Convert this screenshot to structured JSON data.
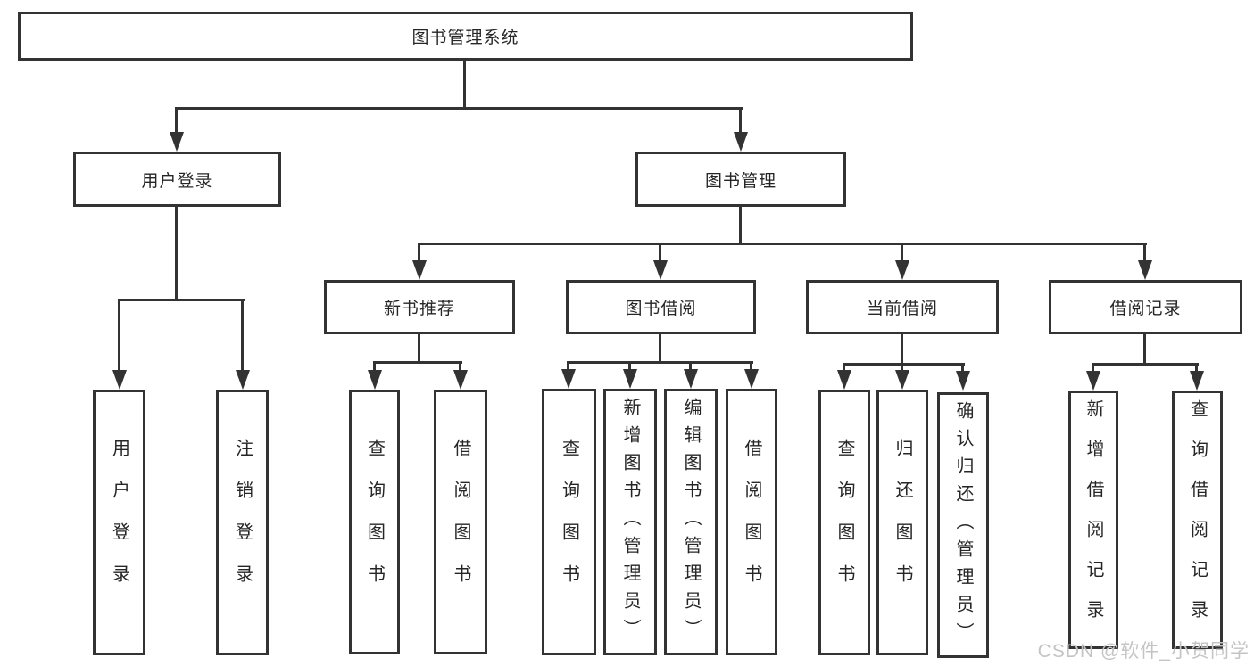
{
  "tree": {
    "label": "图书管理系统",
    "children": [
      {
        "label": "用户登录",
        "children": [
          {
            "label": "用户登录"
          },
          {
            "label": "注销登录"
          }
        ]
      },
      {
        "label": "图书管理",
        "children": [
          {
            "label": "新书推荐",
            "children": [
              {
                "label": "查询图书"
              },
              {
                "label": "借阅图书"
              }
            ]
          },
          {
            "label": "图书借阅",
            "children": [
              {
                "label": "查询图书"
              },
              {
                "label": "新增图书（管理员）"
              },
              {
                "label": "编辑图书（管理员）"
              },
              {
                "label": "借阅图书"
              }
            ]
          },
          {
            "label": "当前借阅",
            "children": [
              {
                "label": "查询图书"
              },
              {
                "label": "归还图书"
              },
              {
                "label": "确认归还（管理员）"
              }
            ]
          },
          {
            "label": "借阅记录",
            "children": [
              {
                "label": "新增借阅记录"
              },
              {
                "label": "查询借阅记录"
              }
            ]
          }
        ]
      }
    ]
  },
  "watermark": {
    "text": "CSDN @软件_小贺同学"
  },
  "colors": {
    "line": "#333333",
    "text": "#262626",
    "watermark": "#c4c4c4",
    "bg": "#ffffff"
  }
}
